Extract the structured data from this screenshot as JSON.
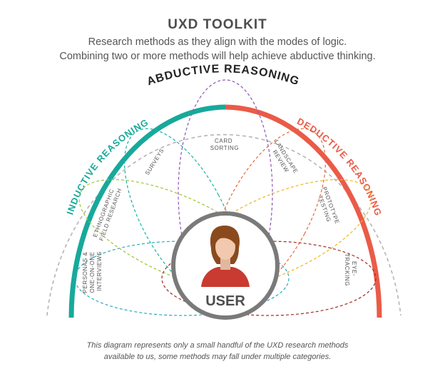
{
  "header": {
    "title": "UXD TOOLKIT",
    "subtitle_line1": "Research methods as they align with the modes of logic.",
    "subtitle_line2": "Combining two or more methods will help achieve abductive thinking."
  },
  "arcs": {
    "abductive": "ABDUCTIVE REASONING",
    "inductive": "INDUCTIVE REASONING",
    "deductive": "DEDUCTIVE REASONING"
  },
  "methods": {
    "personas": [
      "PERSONAS &",
      "ONE-ON-ONE",
      "INTERVIEWS"
    ],
    "ethnographic": [
      "ETHNOGRAPHIC",
      "FIELD RESEARCH"
    ],
    "surveys": [
      "SURVEYS"
    ],
    "card_sorting": [
      "CARD",
      "SORTING"
    ],
    "landscape_review": [
      "LANDSCAPE",
      "REVIEW"
    ],
    "prototype_testing": [
      "PROTOTYPE",
      "TESTING"
    ],
    "eye_tracking": [
      "EYE-",
      "TRACKING"
    ]
  },
  "center": {
    "label": "USER",
    "icon": "user-avatar-icon"
  },
  "footnote": {
    "line1": "This diagram represents only a small handful of the UXD research methods",
    "line2": "available to us, some methods may fall under multiple categories."
  },
  "colors": {
    "inductive": "#17a99b",
    "deductive": "#ea5b48",
    "outer_dash": "#b5b5b5",
    "center_ring": "#7a7a7a",
    "personas": "#2aa9c0",
    "ethnographic": "#9cc63c",
    "surveys": "#17b3a6",
    "card_sorting": "#8e56b4",
    "landscape_review": "#e46a3b",
    "prototype_testing": "#f1b51c",
    "eye_tracking": "#a32a26"
  }
}
